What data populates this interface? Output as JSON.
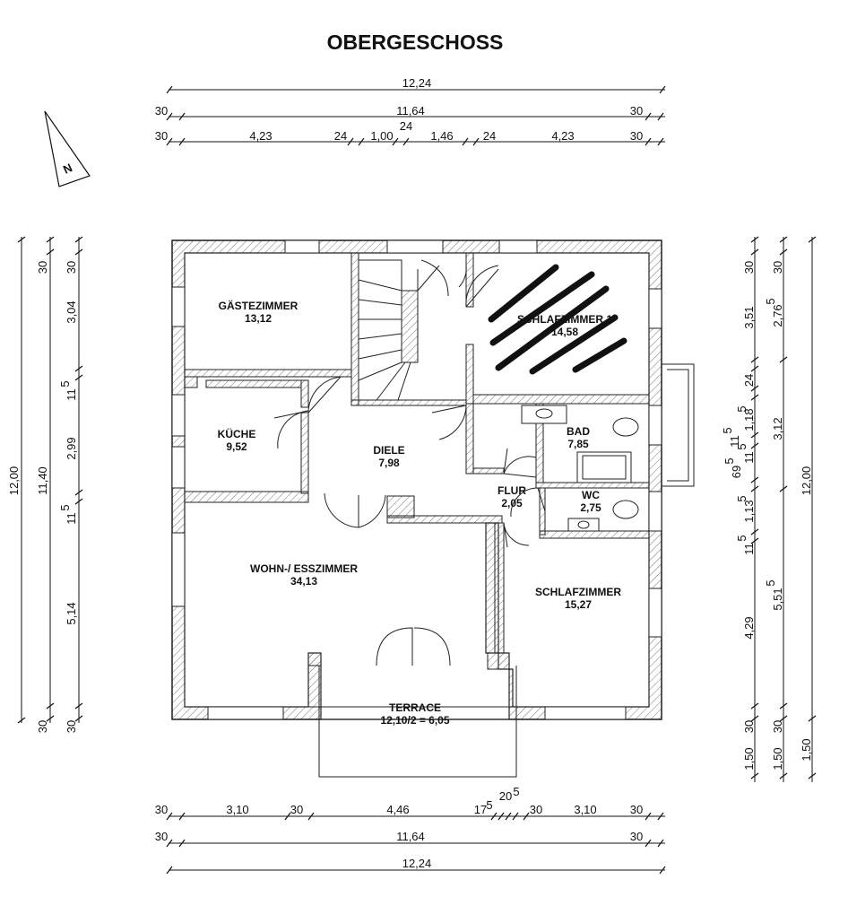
{
  "title": "OBERGESCHOSS",
  "north": "N",
  "rooms": {
    "gaestezimmer": {
      "name": "GÄSTEZIMMER",
      "area": "13,12"
    },
    "kueche": {
      "name": "KÜCHE",
      "area": "9,52"
    },
    "diele": {
      "name": "DIELE",
      "area": "7,98"
    },
    "schlafzimmer1": {
      "name": "SCHLAFZIMMER 1",
      "area": "14,58"
    },
    "bad": {
      "name": "BAD",
      "area": "7,85"
    },
    "flur": {
      "name": "FLUR",
      "area": "2,05"
    },
    "wc": {
      "name": "WC",
      "area": "2,75"
    },
    "wohn": {
      "name": "WOHN-/ ESSZIMMER",
      "area": "34,13"
    },
    "schlafzimmer": {
      "name": "SCHLAFZIMMER",
      "area": "15,27"
    },
    "terrace": {
      "name": "TERRACE",
      "area": "12,10/2 = 6,05"
    }
  },
  "dims_top": {
    "r1": [
      "12,24"
    ],
    "r2": [
      "30",
      "11,64",
      "30"
    ],
    "r3": [
      "30",
      "4,23",
      "24",
      "1,00",
      "24",
      "1,46",
      "24",
      "4,23",
      "30"
    ]
  },
  "dims_bottom": {
    "r1": [
      "30",
      "3,10",
      "30",
      "4,46",
      "17",
      "5",
      "20",
      "5",
      "30",
      "3,10",
      "30"
    ],
    "r2": [
      "30",
      "11,64",
      "30"
    ],
    "r3": [
      "12,24"
    ]
  },
  "dims_left": {
    "outer": "12,00",
    "mid": [
      "30",
      "11,40",
      "30"
    ],
    "inner": [
      "30",
      "3,04",
      "11",
      "5",
      "2,99",
      "11",
      "5",
      "5,14",
      "30"
    ]
  },
  "dims_right": {
    "inner": [
      "30",
      "3,51",
      "24",
      "1,18",
      "5",
      "11",
      "5",
      "69",
      "5",
      "1,13",
      "5",
      "11",
      "5",
      "4,29",
      "30",
      "1,50"
    ],
    "mid": [
      "30",
      "2,76",
      "5",
      "3,12",
      "5,51",
      "5",
      "30",
      "1,50"
    ],
    "outer": [
      "12,00",
      "1,50"
    ],
    "extra": [
      "11",
      "5"
    ]
  }
}
